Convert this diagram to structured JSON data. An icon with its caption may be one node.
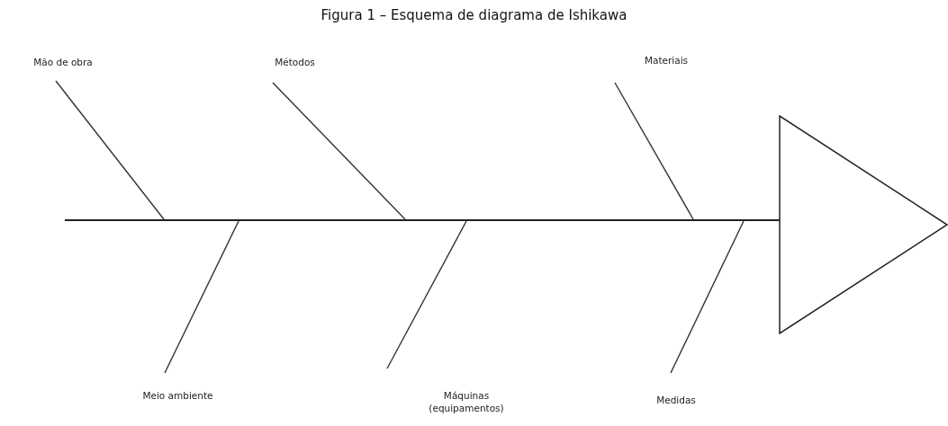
{
  "diagram": {
    "title": "Figura 1 – Esquema de diagrama de Ishikawa",
    "nodes": [
      {
        "text": [
          "Mão de obra"
        ]
      },
      {
        "text": [
          "Métodos"
        ]
      },
      {
        "text": [
          "Materiais"
        ]
      },
      {
        "text": [],
        "shape": "bar"
      },
      {
        "text": [],
        "shape": "triangle"
      },
      {
        "text": [
          "Meio ambiente"
        ]
      },
      {
        "text": [
          "Máquinas (equipamentos)"
        ]
      },
      {
        "text": [
          "Medidas"
        ]
      }
    ],
    "edges": [
      {
        "from": 0,
        "to": 3,
        "arrow": "none"
      },
      {
        "from": 1,
        "to": 3,
        "arrow": "none"
      },
      {
        "from": 2,
        "to": 3,
        "arrow": "none"
      },
      {
        "from": 5,
        "to": 3,
        "arrow": "none"
      },
      {
        "from": 6,
        "to": 3,
        "arrow": "none"
      },
      {
        "from": 7,
        "to": 3,
        "arrow": "none"
      }
    ]
  }
}
